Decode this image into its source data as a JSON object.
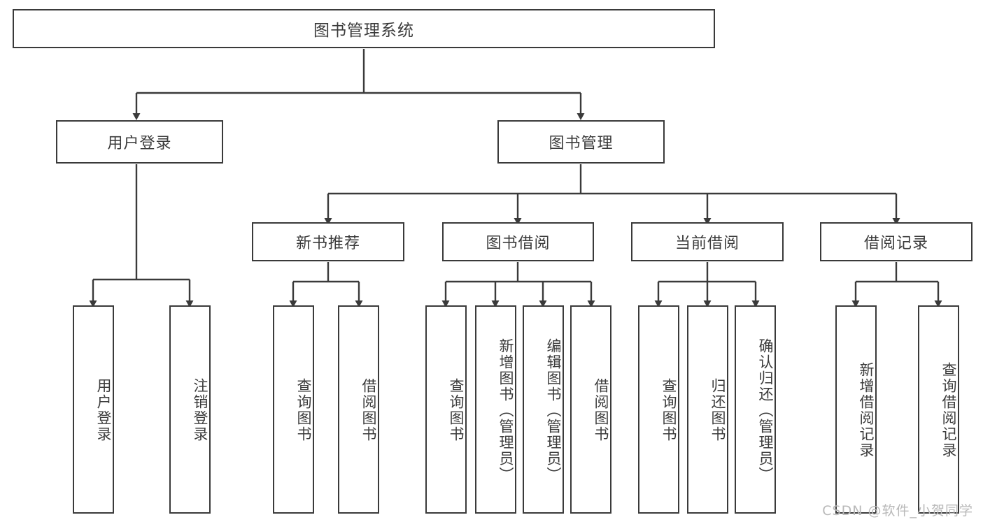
{
  "diagram": {
    "title": "图书管理系统",
    "type": "tree-hierarchy",
    "root": {
      "label": "图书管理系统"
    },
    "level2": [
      {
        "label": "用户登录"
      },
      {
        "label": "图书管理"
      }
    ],
    "level3": [
      {
        "label": "新书推荐"
      },
      {
        "label": "图书借阅"
      },
      {
        "label": "当前借阅"
      },
      {
        "label": "借阅记录"
      }
    ],
    "leaves": {
      "user_login": [
        {
          "label": "用户登录"
        },
        {
          "label": "注销登录"
        }
      ],
      "new_book_recommend": [
        {
          "label": "查询图书"
        },
        {
          "label": "借阅图书"
        }
      ],
      "book_borrow": [
        {
          "label": "查询图书"
        },
        {
          "label": "新增图书（管理员）"
        },
        {
          "label": "编辑图书（管理员）"
        },
        {
          "label": "借阅图书"
        }
      ],
      "current_borrow": [
        {
          "label": "查询图书"
        },
        {
          "label": "归还图书"
        },
        {
          "label": "确认归还（管理员）"
        }
      ],
      "borrow_record": [
        {
          "label": "新增借阅记录"
        },
        {
          "label": "查询借阅记录"
        }
      ]
    }
  },
  "watermark": {
    "text": "CSDN @软件_小贺同学"
  },
  "colors": {
    "stroke": "#3a3a3a",
    "text": "#3b3b3b",
    "background": "#ffffff",
    "watermark": "#b9b9b9"
  }
}
